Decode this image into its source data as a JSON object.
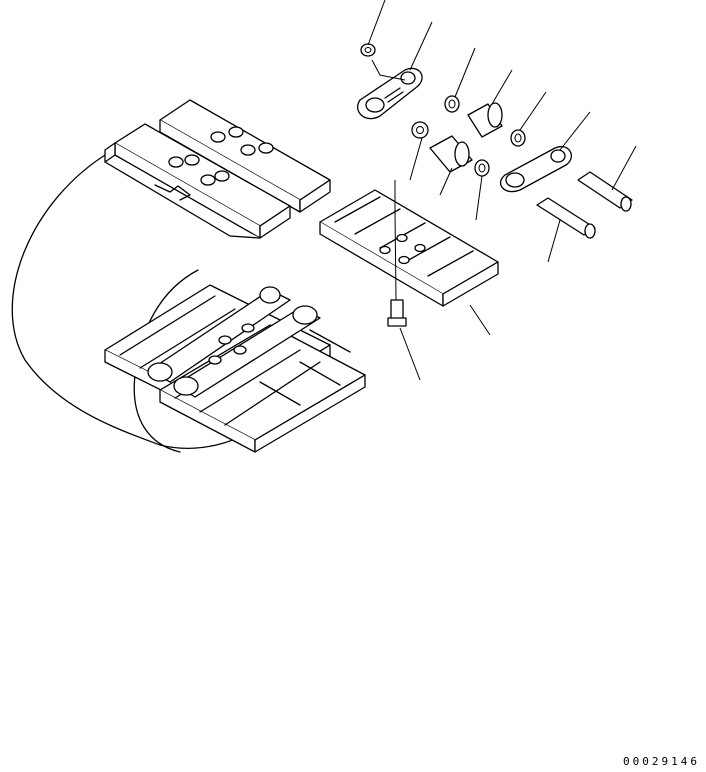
{
  "drawing": {
    "number": "00029146",
    "background": "#ffffff",
    "line_color": "#000000"
  },
  "parts": [
    {
      "name": "nut-top"
    },
    {
      "name": "link-left"
    },
    {
      "name": "bushing-ring-1"
    },
    {
      "name": "bushing-1"
    },
    {
      "name": "bushing-ring-2"
    },
    {
      "name": "link-right"
    },
    {
      "name": "pin-1"
    },
    {
      "name": "bushing-ring-3"
    },
    {
      "name": "bushing-2"
    },
    {
      "name": "bushing-ring-4"
    },
    {
      "name": "pin-2"
    },
    {
      "name": "track-shoe"
    },
    {
      "name": "shoe-bolt"
    }
  ]
}
